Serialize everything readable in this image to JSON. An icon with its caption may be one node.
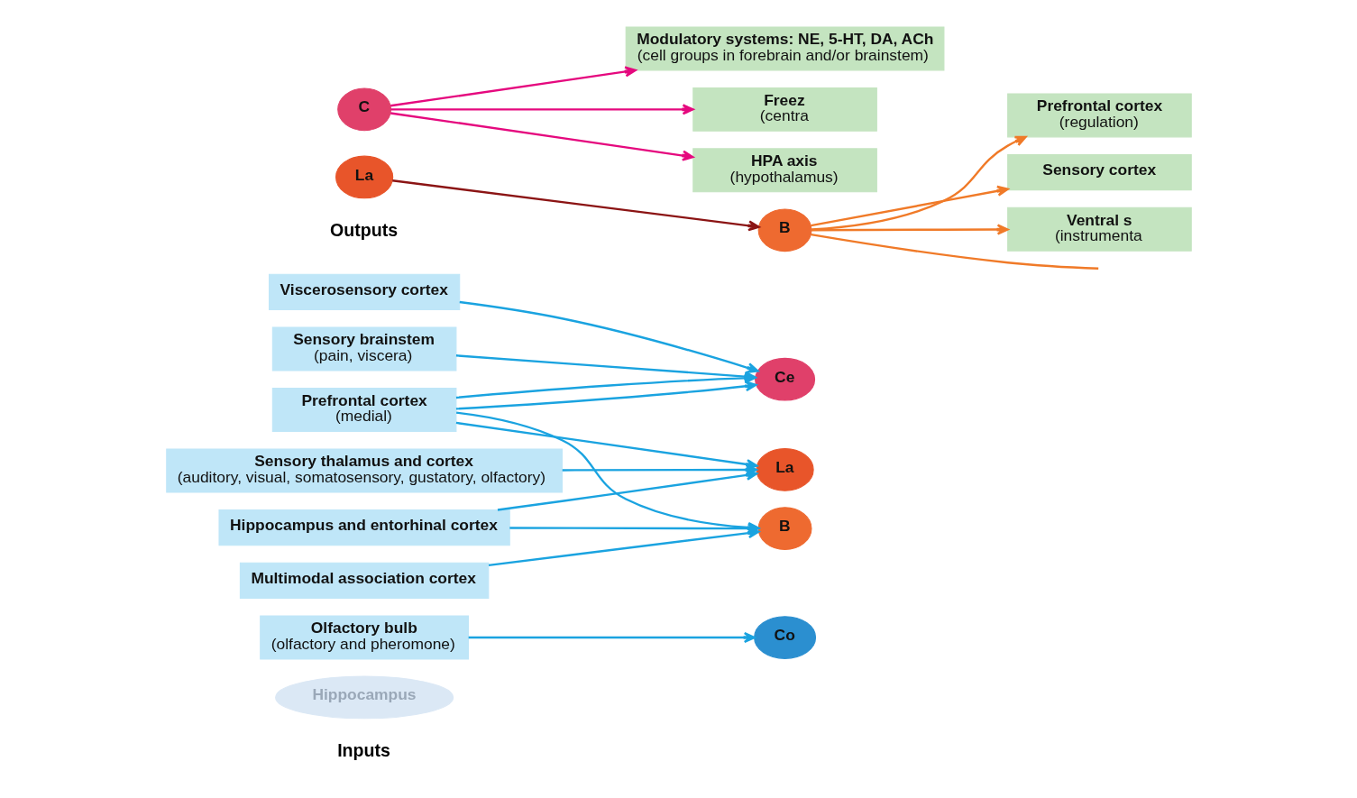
{
  "diagram": {
    "nodes": [
      {
        "text": [
          "Viscerosensory cortex"
        ]
      },
      {
        "text": [
          "Sensory brainstem",
          "(pain, viscera)"
        ]
      },
      {
        "text": [
          "Sensory thalamus and cortex",
          "(auditory, visual, somatosensory, gustatory, olfactory)"
        ]
      },
      {
        "text": [
          "Hippocampus and entorhinal cortex"
        ]
      },
      {
        "text": [
          "Multimodal association cortex"
        ]
      },
      {
        "text": [
          "Olfactory bulb",
          "(olfactory and pheromone)"
        ]
      },
      {
        "text": [
          "Prefrontal cortex",
          "(medial)"
        ]
      },
      {
        "text": [
          "Ce"
        ]
      },
      {
        "text": [
          "Co"
        ]
      },
      {
        "text": [
          "La"
        ]
      },
      {
        "text": [
          "B"
        ]
      },
      {
        "text": [
          "Hippocampus"
        ]
      },
      {
        "text": [
          "HPA axis",
          "(hypothalamus)"
        ]
      },
      {
        "text": [
          "Freez",
          "(centra"
        ]
      },
      {
        "text": [
          "Modulatory systems: NE, 5-HT, DA, ACh",
          "(cell groups in forebrain and/or brainstem)"
        ]
      },
      {
        "text": [
          "Sensory cortex"
        ]
      },
      {
        "text": [
          "Prefrontal cortex",
          "(regulation)"
        ]
      },
      {
        "text": [
          "Ventral s",
          "(instrumenta"
        ]
      },
      {
        "text": [
          "C"
        ]
      },
      {
        "text": [
          "La"
        ]
      },
      {
        "text": [
          "B"
        ]
      }
    ],
    "edges": [
      {
        "from": 0,
        "to": 7,
        "arrow": "to"
      },
      {
        "from": 1,
        "to": 7,
        "arrow": "to"
      },
      {
        "from": 2,
        "to": 9,
        "arrow": "to"
      },
      {
        "from": 3,
        "to": 9,
        "arrow": "to"
      },
      {
        "from": 3,
        "to": 10,
        "arrow": "to"
      },
      {
        "from": 4,
        "to": 10,
        "arrow": "to"
      },
      {
        "from": 5,
        "to": 8,
        "arrow": "to"
      },
      {
        "from": 6,
        "to": 10,
        "arrow": "to"
      },
      {
        "from": 6,
        "to": 9,
        "arrow": "to"
      },
      {
        "from": 6,
        "to": 7,
        "arrow": "to"
      },
      {
        "from": 6,
        "to": 7,
        "arrow": "to"
      },
      {
        "from": 18,
        "to": 12,
        "arrow": "to",
        "color": "#e5087e"
      },
      {
        "from": 18,
        "to": 13,
        "arrow": "to",
        "color": "#e5087e"
      },
      {
        "from": 18,
        "to": 14,
        "arrow": "to",
        "color": "#e5087e"
      },
      {
        "from": 19,
        "to": 20,
        "arrow": "to",
        "color": "#8b1414"
      },
      {
        "from": 20,
        "to": 15,
        "arrow": "to",
        "color": "#f07a28"
      },
      {
        "from": 20,
        "to": 16,
        "arrow": "to",
        "color": "#f07a28"
      },
      {
        "from": 20,
        "to": 17,
        "arrow": "to",
        "color": "#f07a28"
      },
      {
        "from": 20,
        "to": null,
        "arrow": "none",
        "color": "#f07a28"
      }
    ],
    "labels": [
      "Inputs",
      "Outputs"
    ]
  }
}
